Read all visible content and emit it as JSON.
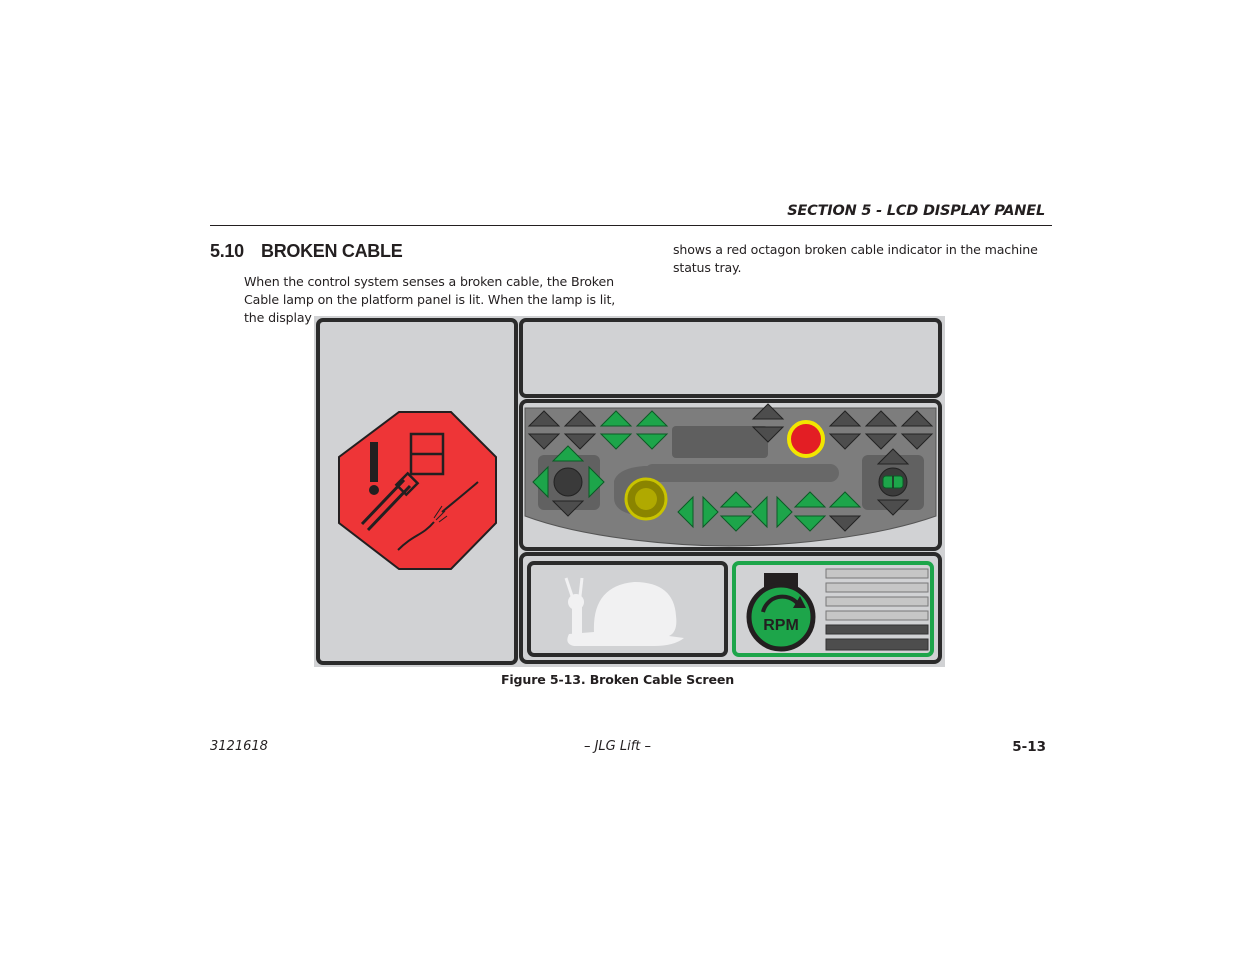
{
  "header": {
    "section_title": "SECTION 5 - LCD DISPLAY PANEL"
  },
  "heading": {
    "number": "5.10",
    "title": "BROKEN CABLE"
  },
  "body": {
    "left_paragraph": "When the control system senses a broken cable, the Broken Cable lamp on the platform panel is lit. When the lamp is lit, the display",
    "right_paragraph": "shows a red octagon broken cable indicator in the machine status tray."
  },
  "figure": {
    "caption": "Figure 5-13. Broken Cable Screen",
    "rpm_label": "RPM",
    "icons": [
      "broken-cable-octagon-icon",
      "turtle-snail-icon",
      "rpm-engine-icon",
      "joystick-icon",
      "red-status-light-icon"
    ],
    "colors": {
      "warning_red": "#ee3537",
      "active_green": "#1da54a",
      "inactive_gray": "#4d4d4d",
      "status_light_yellow": "#f2e600",
      "panel_bg": "#d1d2d4",
      "dark_panel": "#7d7d7d"
    }
  },
  "footer": {
    "doc_number": "3121618",
    "publisher": "– JLG Lift –",
    "page_number": "5-13"
  }
}
